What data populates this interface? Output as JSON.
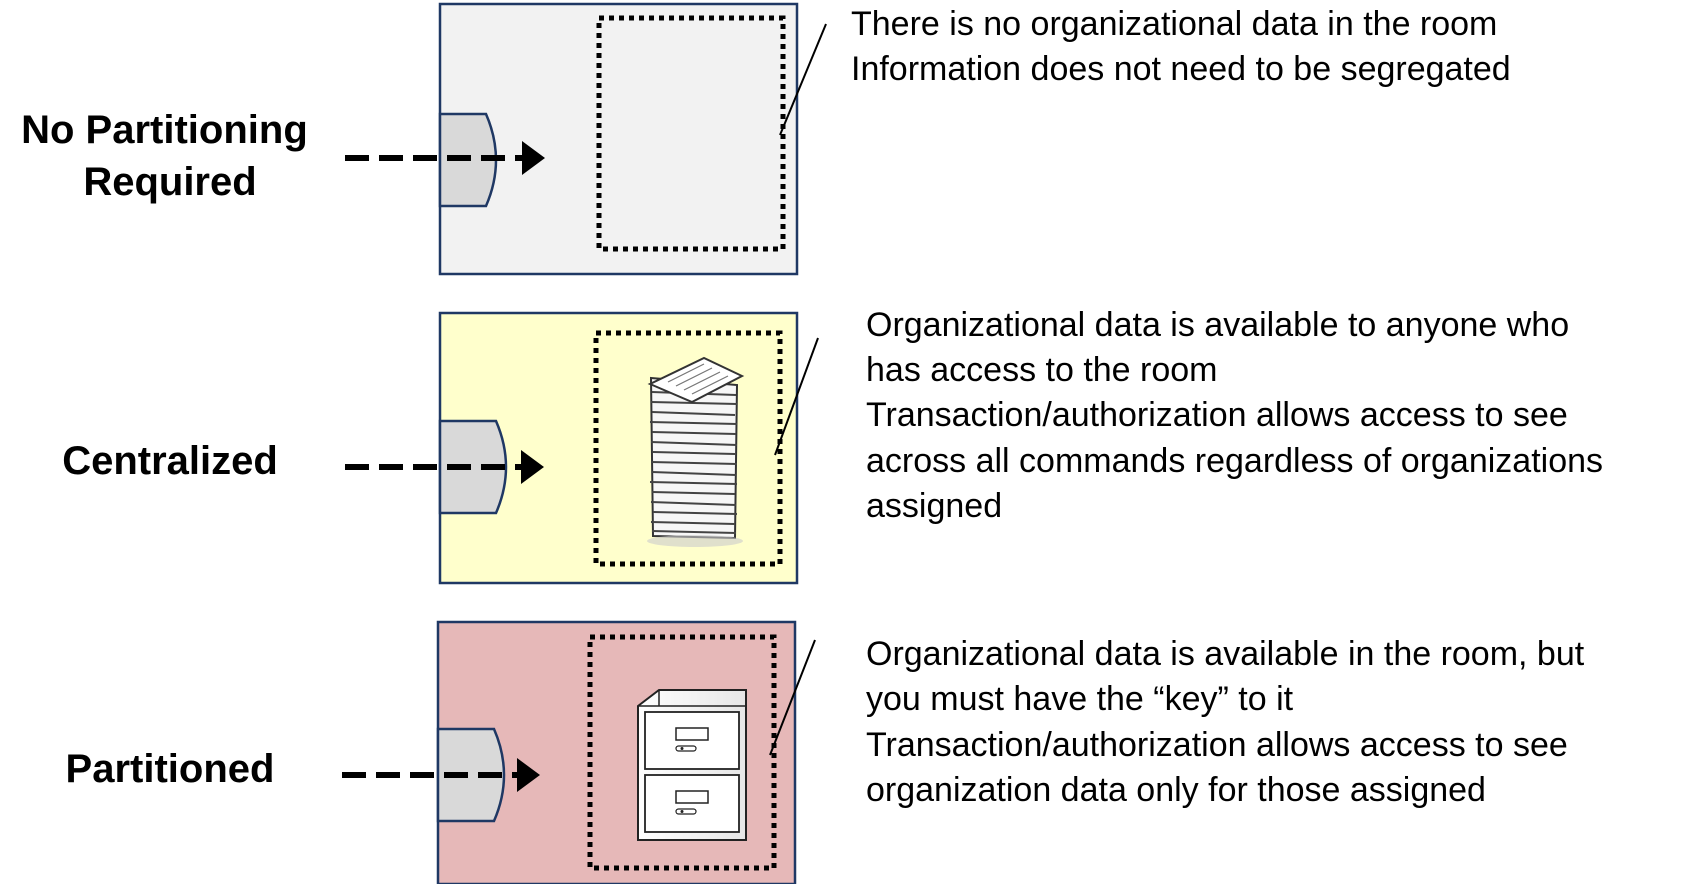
{
  "rows": [
    {
      "label_lines": [
        "No Partitioning",
        "Required"
      ],
      "description_lines": [
        "There is no organizational data in the room",
        "Information does not need to be segregated"
      ],
      "room_fill": "#f2f2f2",
      "content_icon": "empty"
    },
    {
      "label_lines": [
        "Centralized"
      ],
      "description_lines": [
        "Organizational data is available to anyone who",
        "has access to the room",
        "Transaction/authorization allows access to see",
        "across all commands regardless of organizations",
        "assigned"
      ],
      "room_fill": "#ffffcc",
      "content_icon": "paper-stack-icon"
    },
    {
      "label_lines": [
        "Partitioned"
      ],
      "description_lines": [
        "Organizational data is available in the room, but",
        "you must have the “key” to it",
        "Transaction/authorization allows access to see",
        "organization data only for those assigned"
      ],
      "room_fill": "#e6b8b8",
      "content_icon": "file-cabinet-icon"
    }
  ],
  "colors": {
    "room_border": "#1f3864",
    "door_fill": "#d9d9d9",
    "door_stroke": "#1f3864"
  }
}
